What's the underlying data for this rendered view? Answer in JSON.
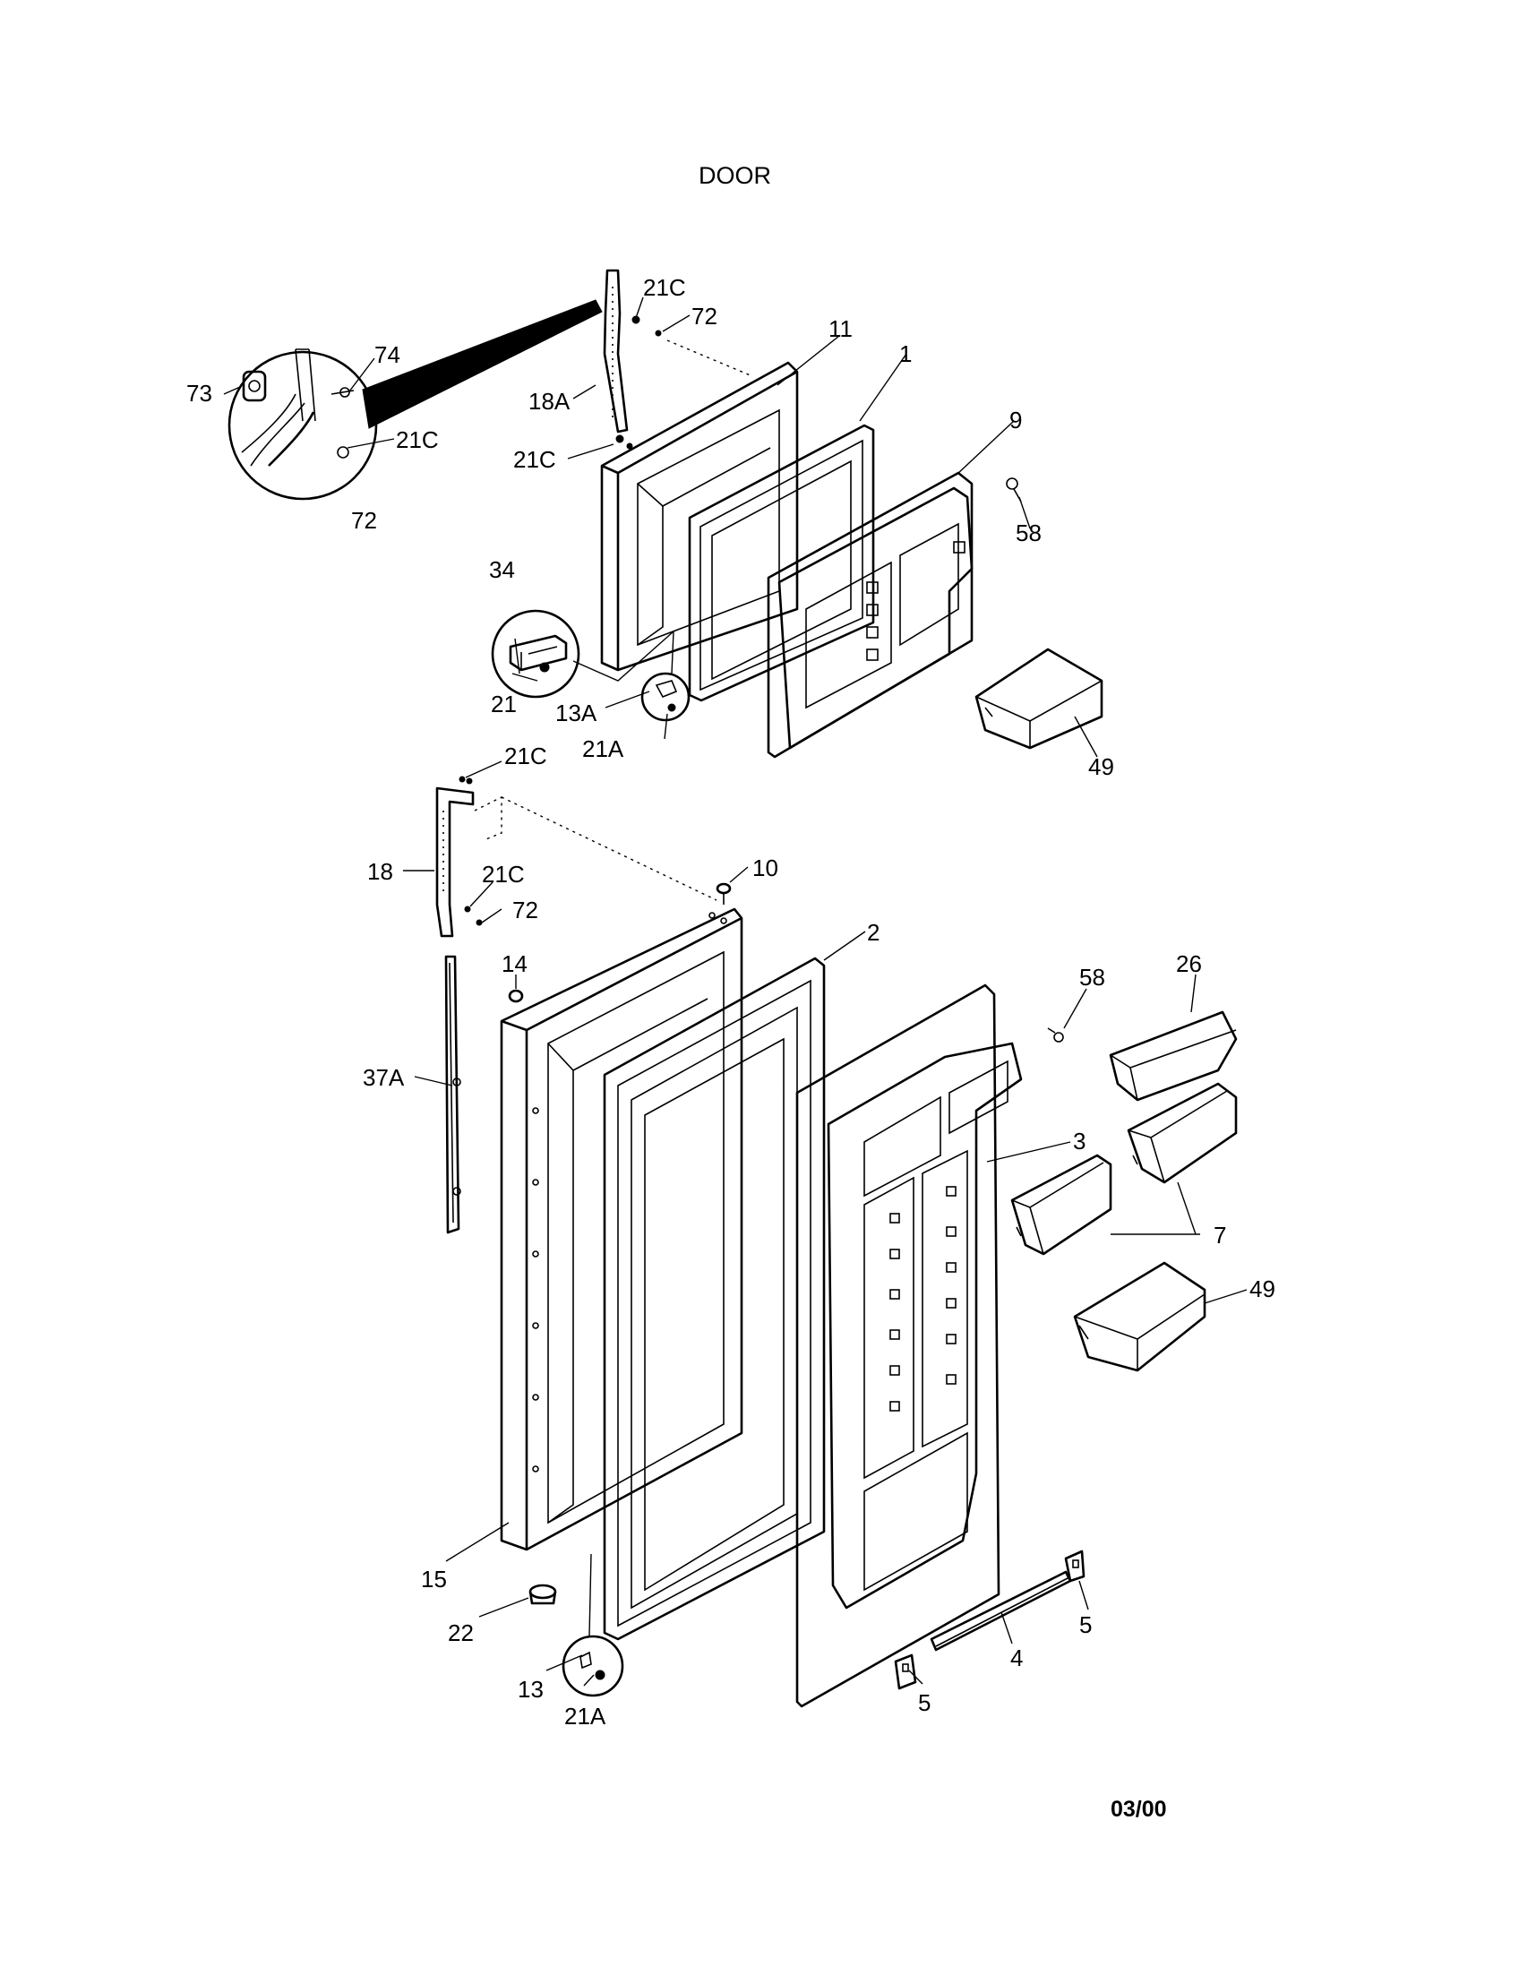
{
  "title": "DOOR",
  "date_code": "03/00",
  "callouts": {
    "p21c_top": "21C",
    "p72_top": "72",
    "p11": "11",
    "p1": "1",
    "p74": "74",
    "p73": "73",
    "p18a": "18A",
    "p21c_detail": "21C",
    "p21c_mid": "21C",
    "p9": "9",
    "p72_detail": "72",
    "p58_top": "58",
    "p34": "34",
    "p21": "21",
    "p13a": "13A",
    "p21a_top": "21A",
    "p49_top": "49",
    "p21c_lower": "21C",
    "p10": "10",
    "p18": "18",
    "p21c_lower2": "21C",
    "p72_lower": "72",
    "p2": "2",
    "p14": "14",
    "p26": "26",
    "p58_lower": "58",
    "p37a": "37A",
    "p3": "3",
    "p7": "7",
    "p49_lower": "49",
    "p15": "15",
    "p5_right": "5",
    "p22": "22",
    "p4": "4",
    "p13": "13",
    "p5_bottom": "5",
    "p21a_bottom": "21A"
  }
}
